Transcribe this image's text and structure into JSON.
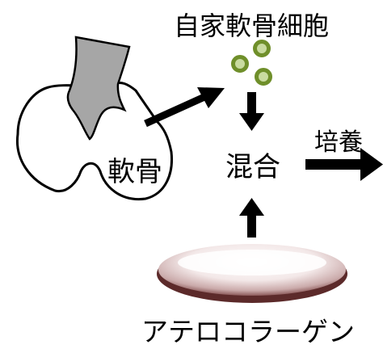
{
  "labels": {
    "cells": "自家軟骨細胞",
    "cartilage": "軟骨",
    "mix": "混合",
    "culture": "培養",
    "collagen": "アテロコラーゲン"
  },
  "colors": {
    "bone_gray": "#a6a6a6",
    "cell_green": "#6f8f2a",
    "cell_core": "#c9dba0",
    "collagen_edge": "#5c2a2a",
    "collagen_light": "#fbf7f7",
    "arrow": "#000000"
  }
}
